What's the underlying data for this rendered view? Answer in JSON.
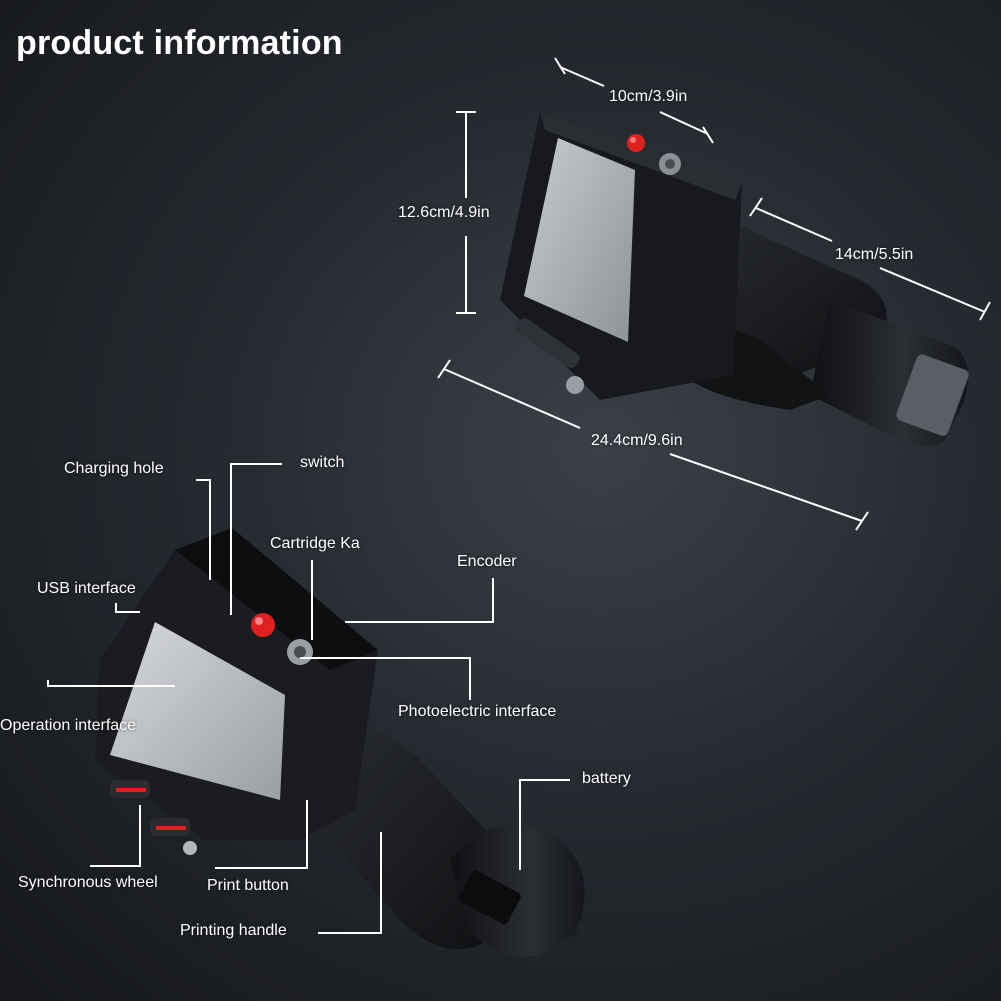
{
  "title": "product information",
  "dimensions": {
    "width": "10cm/3.9in",
    "height": "12.6cm/4.9in",
    "depth": "14cm/5.5in",
    "length": "24.4cm/9.6in"
  },
  "parts": {
    "charging_hole": "Charging hole",
    "switch": "switch",
    "cartridge": "Cartridge Ka",
    "encoder": "Encoder",
    "usb": "USB interface",
    "operation": "Operation interface",
    "photoelectric": "Photoelectric interface",
    "battery": "battery",
    "sync_wheel": "Synchronous wheel",
    "print_button": "Print button",
    "handle": "Printing handle"
  },
  "colors": {
    "accent_red": "#e0201f",
    "line": "#ffffff",
    "screen": "#a9adb3",
    "body": "#16181b"
  }
}
